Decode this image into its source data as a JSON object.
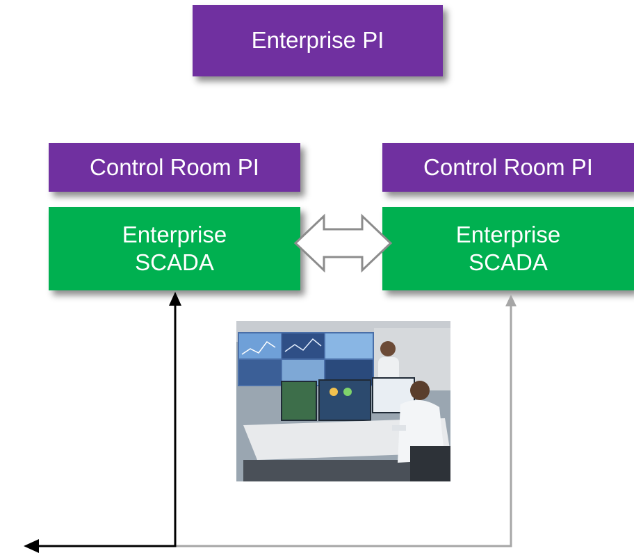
{
  "boxes": {
    "enterprise_pi": "Enterprise PI",
    "control_room_pi_left": "Control Room PI",
    "control_room_pi_right": "Control Room PI",
    "scada_left": "Enterprise\nSCADA",
    "scada_right": "Enterprise\nSCADA"
  },
  "colors": {
    "pi_box": "#7030A0",
    "scada_box": "#00B050",
    "primary_link": "#000000",
    "secondary_link": "#A6A6A6",
    "sync_arrow_outline": "#8C8C8C"
  },
  "photo": {
    "icon": "control-room-photo"
  }
}
